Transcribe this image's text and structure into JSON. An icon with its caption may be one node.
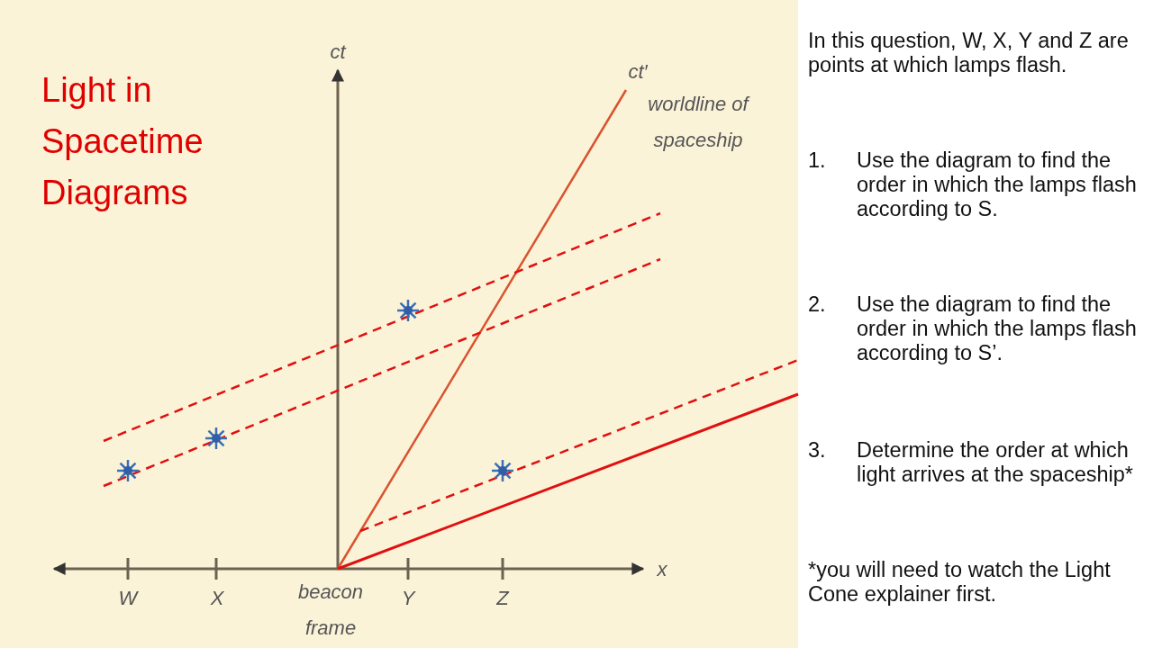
{
  "diagram": {
    "title": "Light in Spacetime Diagrams",
    "labels": [
      "ct",
      "ct′",
      "worldline of spaceship",
      "In this question, W, X, Y and Z are points at which lamps flash.",
      "1.",
      "Use the diagram to find the order in which the lamps flash according to S.",
      "2.",
      "Use the diagram to find the order in which the lamps flash according to S’.",
      "3.",
      "Determine the order at which light arrives at the spaceship*",
      "*you will need to watch the Light Cone explainer first.",
      "W",
      "X",
      "beacon frame",
      "Y",
      "Z",
      "x"
    ]
  }
}
